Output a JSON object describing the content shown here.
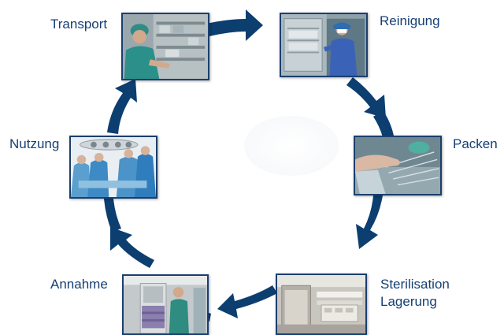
{
  "cycle": {
    "steps": [
      {
        "id": "transport",
        "label": "Transport"
      },
      {
        "id": "reinigung",
        "label": "Reinigung"
      },
      {
        "id": "packen",
        "label": "Packen"
      },
      {
        "id": "sterilisation",
        "label_line1": "Sterilisation",
        "label_line2": "Lagerung"
      },
      {
        "id": "annahme",
        "label": "Annahme"
      },
      {
        "id": "nutzung",
        "label": "Nutzung"
      }
    ],
    "arrow_color": "#0c3e70",
    "label_color": "#163f73"
  }
}
